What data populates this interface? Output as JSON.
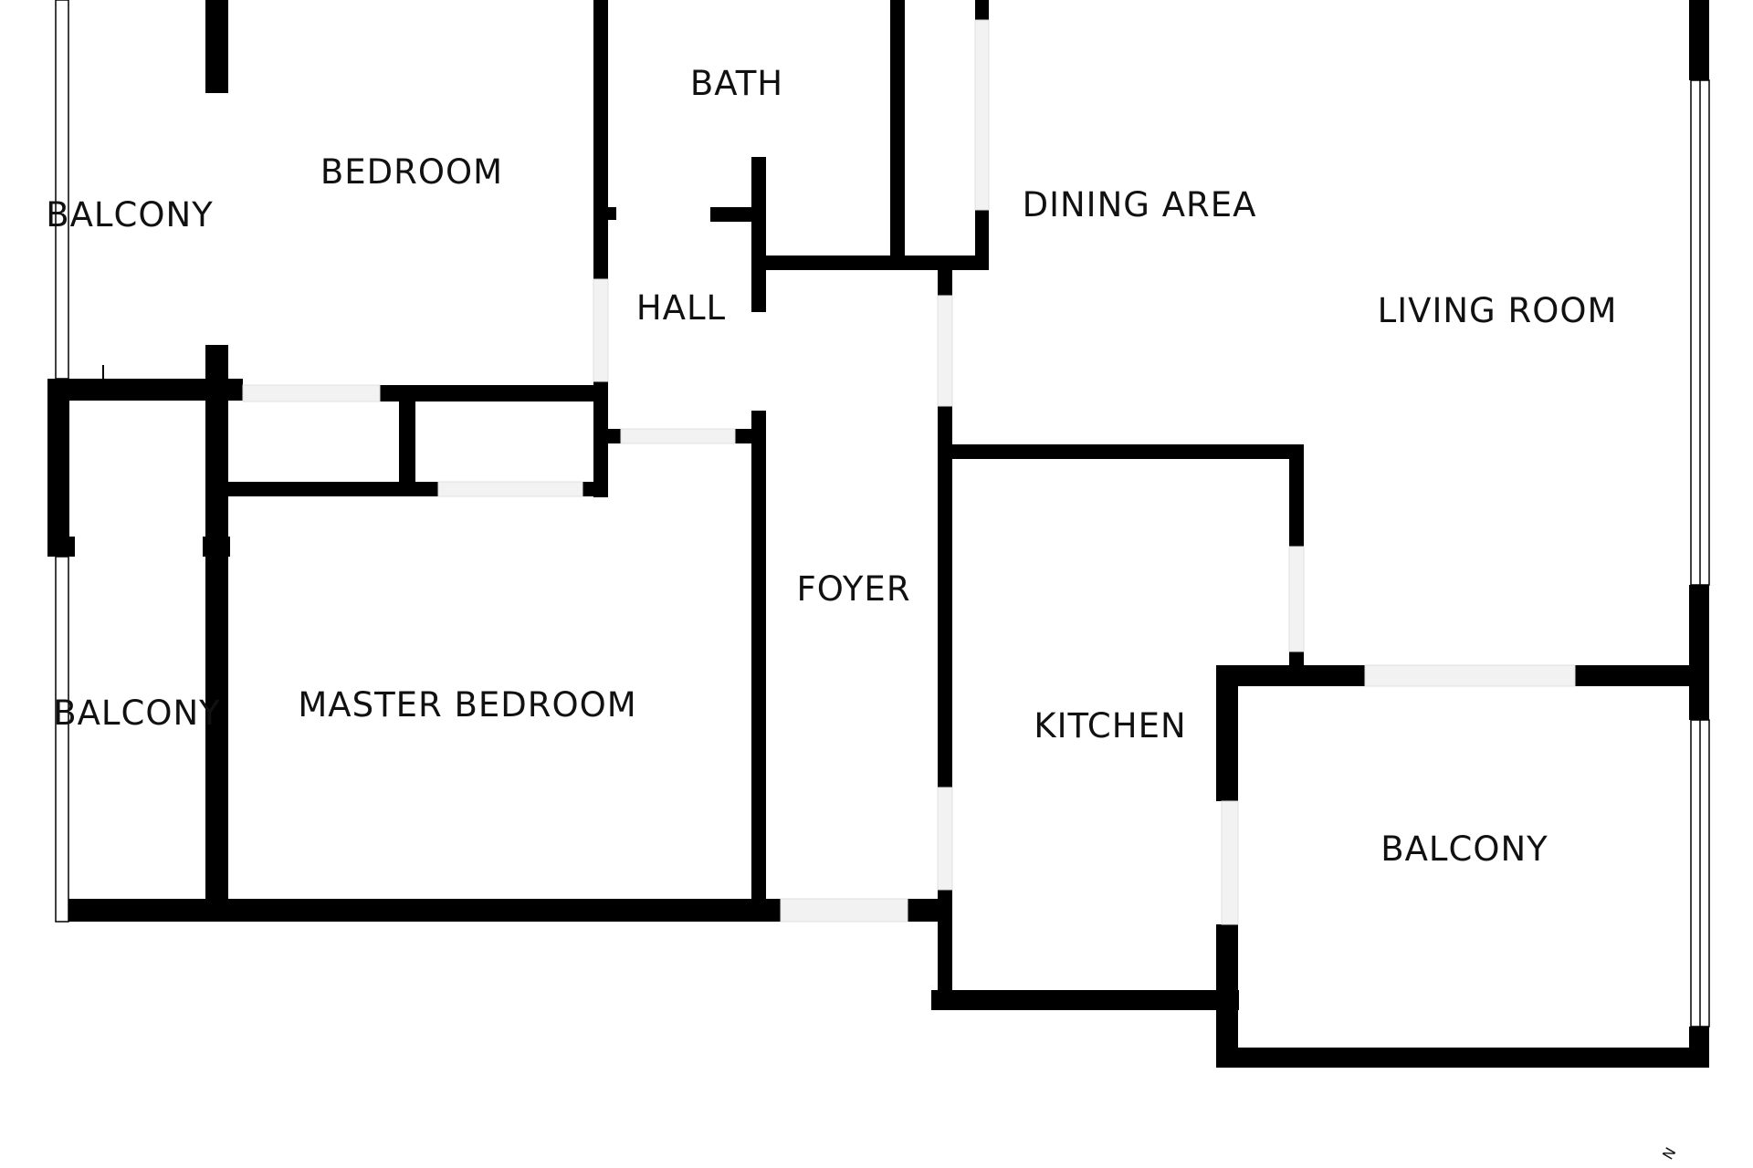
{
  "colors": {
    "wall": "#000000",
    "background": "#ffffff",
    "window_frame": "#000000",
    "label": "#111111"
  },
  "rooms": {
    "bath": "BATH",
    "bedroom": "BEDROOM",
    "balcony_west_upper": "BALCONY",
    "dining_area": "DINING AREA",
    "hall": "HALL",
    "living_room": "LIVING ROOM",
    "foyer": "FOYER",
    "balcony_west_lower": "BALCONY",
    "master_bedroom": "MASTER BEDROOM",
    "kitchen": "KITCHEN",
    "balcony_east": "BALCONY"
  },
  "compass": {
    "north_label": "N"
  }
}
